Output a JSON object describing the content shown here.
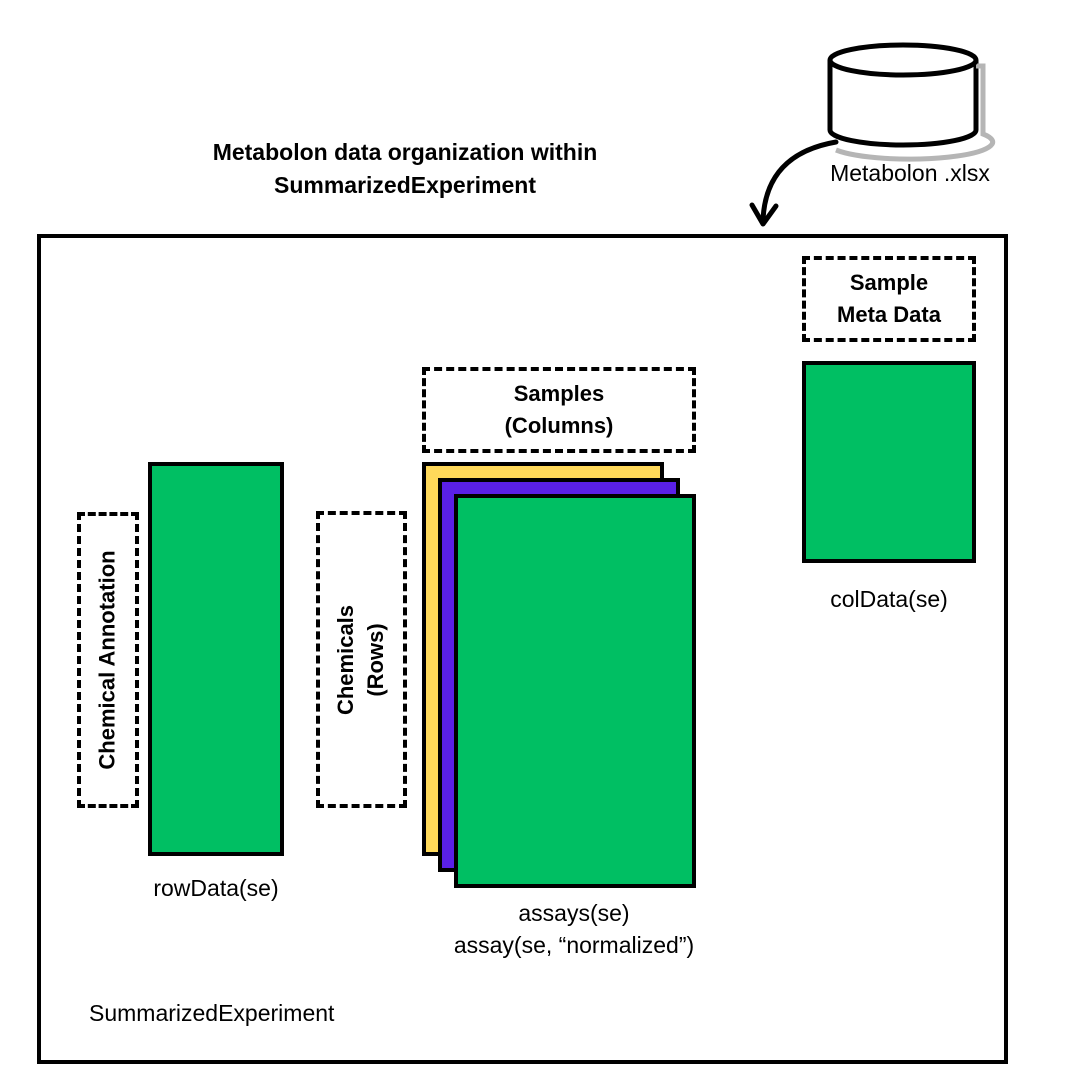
{
  "title": {
    "line1": "Metabolon data organization within",
    "line2": "SummarizedExperiment"
  },
  "source": {
    "label": "Metabolon .xlsx",
    "icon": "database-cylinder-icon"
  },
  "container": {
    "label": "SummarizedExperiment"
  },
  "row_annotation": {
    "label": "Chemical Annotation",
    "caption": "rowData(se)"
  },
  "rows_label": {
    "line1": "Chemicals",
    "line2": "(Rows)"
  },
  "columns_label": {
    "line1": "Samples",
    "line2": "(Columns)"
  },
  "assays": {
    "caption_line1": "assays(se)",
    "caption_line2": "assay(se, “normalized”)"
  },
  "col_annotation": {
    "line1": "Sample",
    "line2": "Meta Data",
    "caption": "colData(se)"
  },
  "colors": {
    "green": "#00bf63",
    "yellow": "#ffd95a",
    "purple": "#5a20e6",
    "border": "#000000"
  }
}
